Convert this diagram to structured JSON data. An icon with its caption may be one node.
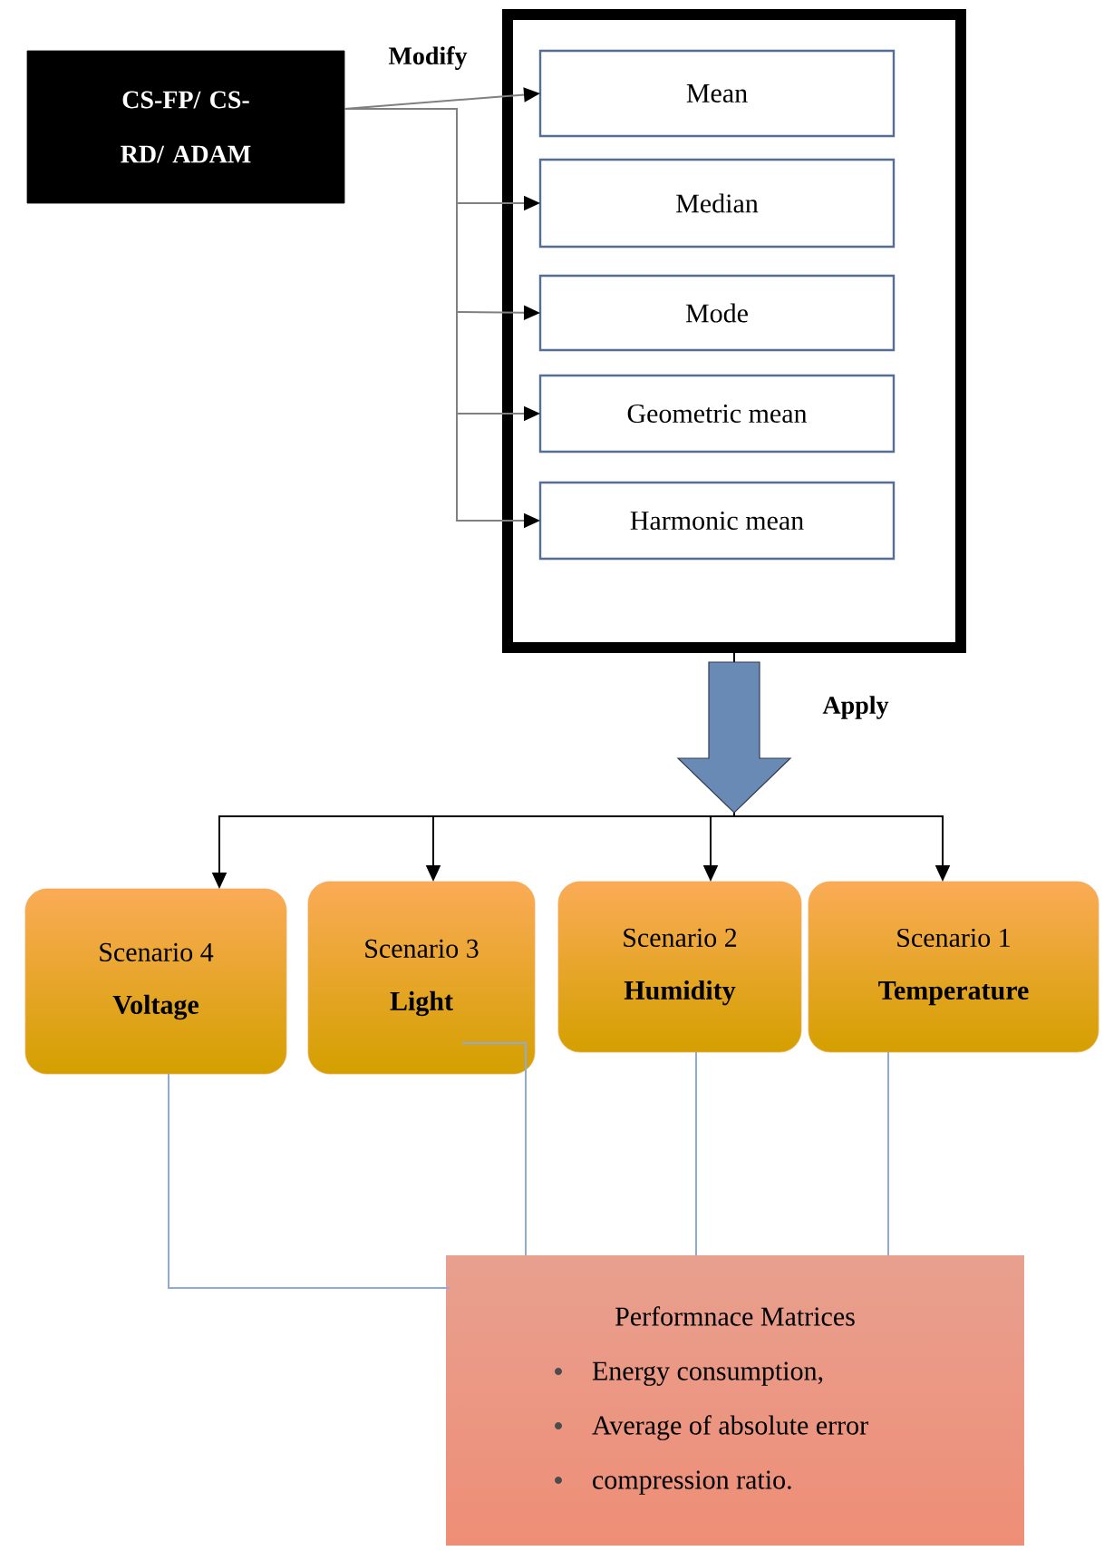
{
  "diagram": {
    "nodes": [
      {
        "text": [
          "CS-FP/ CS-RD/ ADAM"
        ]
      },
      {
        "text": [],
        "shape": "box"
      },
      {
        "text": [
          "Mean"
        ],
        "in": 1
      },
      {
        "text": [
          "Median"
        ],
        "in": 1
      },
      {
        "text": [
          "Mode"
        ],
        "in": 1
      },
      {
        "text": [
          "Geometric mean"
        ],
        "in": 1
      },
      {
        "text": [
          "Harmonic mean"
        ],
        "in": 1
      },
      {
        "text": [
          "Scenario 4",
          "Voltage"
        ]
      },
      {
        "text": [
          "Scenario 3",
          "Light"
        ]
      },
      {
        "text": [
          "Scenario 2",
          "Humidity"
        ]
      },
      {
        "text": [
          "Scenario 1",
          "Temperature"
        ]
      },
      {
        "text": [
          "Performnace Matrices",
          "Energy consumption,",
          "Average of absolute error",
          "compression ratio."
        ]
      }
    ],
    "edges": [
      {
        "from": 0,
        "to": 2,
        "arrow": "to",
        "label": "Modify",
        "color": "#808080"
      },
      {
        "from": 0,
        "to": 3,
        "arrow": "to",
        "color": "#808080"
      },
      {
        "from": 0,
        "to": 4,
        "arrow": "to",
        "color": "#808080"
      },
      {
        "from": 0,
        "to": 5,
        "arrow": "to",
        "color": "#808080"
      },
      {
        "from": 0,
        "to": 6,
        "arrow": "to",
        "color": "#808080"
      },
      {
        "from": 1,
        "to": 7,
        "arrow": "to",
        "color": "#000000"
      },
      {
        "from": 1,
        "to": 8,
        "arrow": "to",
        "color": "#000000"
      },
      {
        "from": 1,
        "to": 9,
        "arrow": "to",
        "label": "Apply",
        "color": "#000000"
      },
      {
        "from": 1,
        "to": 10,
        "arrow": "to",
        "color": "#000000"
      },
      {
        "from": 7,
        "to": 11,
        "arrow": "none",
        "color": "#8eaadb"
      },
      {
        "from": 8,
        "to": 11,
        "arrow": "none",
        "color": "#8eaadb"
      },
      {
        "from": 9,
        "to": 11,
        "arrow": "none",
        "color": "#8eaadb"
      },
      {
        "from": 10,
        "to": 11,
        "arrow": "none",
        "color": "#8eaadb"
      }
    ]
  }
}
